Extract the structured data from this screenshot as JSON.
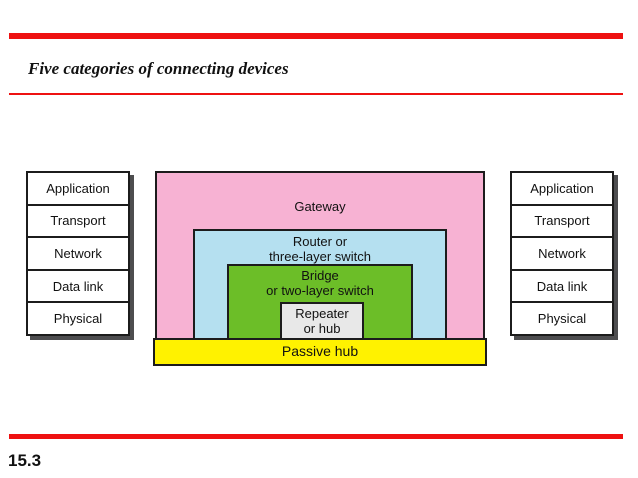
{
  "slide": {
    "title": "Five categories of connecting devices",
    "page_number": "15.3"
  },
  "colors": {
    "accent_red": "#ee1111",
    "gateway_pink": "#f7b2d3",
    "router_blue": "#b5e0f0",
    "bridge_green": "#6cbe28",
    "repeater_gray": "#e8e8e8",
    "passive_hub_yellow": "#fff200"
  },
  "osi_stack": {
    "layers": [
      "Application",
      "Transport",
      "Network",
      "Data link",
      "Physical"
    ]
  },
  "devices": {
    "gateway": "Gateway",
    "router_line1": "Router or",
    "router_line2": "three-layer switch",
    "bridge_line1": "Bridge",
    "bridge_line2": "or two-layer switch",
    "repeater_line1": "Repeater",
    "repeater_line2": "or hub",
    "passive_hub": "Passive hub"
  }
}
